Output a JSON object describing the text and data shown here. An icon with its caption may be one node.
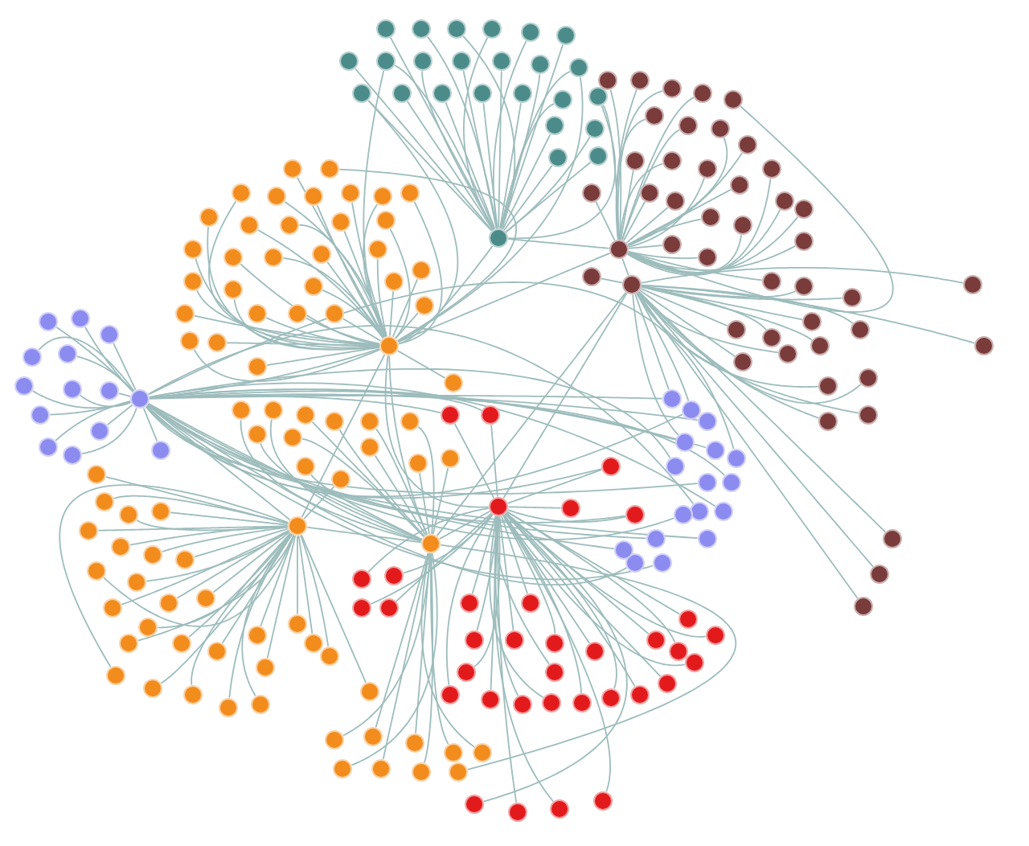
{
  "diagram": {
    "nodes": [
      {
        "text": [],
        "shape": "circle"
      },
      {
        "text": [],
        "shape": "circle"
      },
      {
        "text": [],
        "shape": "circle"
      },
      {
        "text": [],
        "shape": "circle"
      },
      {
        "text": [],
        "shape": "circle"
      },
      {
        "text": [],
        "shape": "circle"
      },
      {
        "text": [],
        "shape": "circle"
      },
      {
        "text": [],
        "shape": "circle"
      },
      {
        "text": [],
        "shape": "circle"
      },
      {
        "text": [],
        "shape": "circle"
      },
      {
        "text": [],
        "shape": "circle"
      },
      {
        "text": [],
        "shape": "circle"
      },
      {
        "text": [],
        "shape": "circle"
      },
      {
        "text": [],
        "shape": "circle"
      },
      {
        "text": [],
        "shape": "circle"
      },
      {
        "text": [],
        "shape": "circle"
      },
      {
        "text": [],
        "shape": "circle"
      },
      {
        "text": [],
        "shape": "circle"
      },
      {
        "text": [],
        "shape": "circle"
      },
      {
        "text": [],
        "shape": "circle"
      },
      {
        "text": [],
        "shape": "circle"
      },
      {
        "text": [],
        "shape": "circle"
      },
      {
        "text": [],
        "shape": "circle"
      },
      {
        "text": [],
        "shape": "circle"
      },
      {
        "text": [],
        "shape": "circle"
      },
      {
        "text": [],
        "shape": "circle"
      },
      {
        "text": [],
        "shape": "circle"
      },
      {
        "text": [],
        "shape": "circle"
      },
      {
        "text": [],
        "shape": "circle"
      },
      {
        "text": [],
        "shape": "circle"
      },
      {
        "text": [],
        "shape": "circle"
      },
      {
        "text": [],
        "shape": "circle"
      },
      {
        "text": [],
        "shape": "circle"
      },
      {
        "text": [],
        "shape": "circle"
      },
      {
        "text": [],
        "shape": "circle"
      },
      {
        "text": [],
        "shape": "circle"
      },
      {
        "text": [],
        "shape": "circle"
      },
      {
        "text": [],
        "shape": "circle"
      },
      {
        "text": [],
        "shape": "circle"
      },
      {
        "text": [],
        "shape": "circle"
      },
      {
        "text": [],
        "shape": "circle"
      },
      {
        "text": [],
        "shape": "circle"
      },
      {
        "text": [],
        "shape": "circle"
      },
      {
        "text": [],
        "shape": "circle"
      },
      {
        "text": [],
        "shape": "circle"
      },
      {
        "text": [],
        "shape": "circle"
      },
      {
        "text": [],
        "shape": "circle"
      },
      {
        "text": [],
        "shape": "circle"
      },
      {
        "text": [],
        "shape": "circle"
      },
      {
        "text": [],
        "shape": "circle"
      },
      {
        "text": [],
        "shape": "circle"
      },
      {
        "text": [],
        "shape": "circle"
      },
      {
        "text": [],
        "shape": "circle"
      },
      {
        "text": [],
        "shape": "circle"
      },
      {
        "text": [],
        "shape": "circle"
      },
      {
        "text": [],
        "shape": "circle"
      },
      {
        "text": [],
        "shape": "circle"
      },
      {
        "text": [],
        "shape": "circle"
      },
      {
        "text": [],
        "shape": "circle"
      },
      {
        "text": [],
        "shape": "circle"
      },
      {
        "text": [],
        "shape": "circle"
      },
      {
        "text": [],
        "shape": "circle"
      },
      {
        "text": [],
        "shape": "circle"
      },
      {
        "text": [],
        "shape": "circle"
      },
      {
        "text": [],
        "shape": "circle"
      },
      {
        "text": [],
        "shape": "circle"
      },
      {
        "text": [],
        "shape": "circle"
      },
      {
        "text": [],
        "shape": "circle"
      },
      {
        "text": [],
        "shape": "circle"
      },
      {
        "text": [],
        "shape": "circle"
      },
      {
        "text": [],
        "shape": "circle"
      },
      {
        "text": [],
        "shape": "circle"
      },
      {
        "text": [],
        "shape": "circle"
      },
      {
        "text": [],
        "shape": "circle"
      },
      {
        "text": [],
        "shape": "circle"
      },
      {
        "text": [],
        "shape": "circle"
      },
      {
        "text": [],
        "shape": "circle"
      },
      {
        "text": [],
        "shape": "circle"
      },
      {
        "text": [],
        "shape": "circle"
      },
      {
        "text": [],
        "shape": "circle"
      },
      {
        "text": [],
        "shape": "circle"
      },
      {
        "text": [],
        "shape": "circle"
      },
      {
        "text": [],
        "shape": "circle"
      },
      {
        "text": [],
        "shape": "circle"
      },
      {
        "text": [],
        "shape": "circle"
      },
      {
        "text": [],
        "shape": "circle"
      },
      {
        "text": [],
        "shape": "circle"
      },
      {
        "text": [],
        "shape": "circle"
      },
      {
        "text": [],
        "shape": "circle"
      },
      {
        "text": [],
        "shape": "circle"
      },
      {
        "text": [],
        "shape": "circle"
      },
      {
        "text": [],
        "shape": "circle"
      },
      {
        "text": [],
        "shape": "circle"
      },
      {
        "text": [],
        "shape": "circle"
      },
      {
        "text": [],
        "shape": "circle"
      },
      {
        "text": [],
        "shape": "circle"
      },
      {
        "text": [],
        "shape": "circle"
      },
      {
        "text": [],
        "shape": "circle"
      },
      {
        "text": [],
        "shape": "circle"
      },
      {
        "text": [],
        "shape": "circle"
      },
      {
        "text": [],
        "shape": "circle"
      },
      {
        "text": [],
        "shape": "circle"
      },
      {
        "text": [],
        "shape": "circle"
      },
      {
        "text": [],
        "shape": "circle"
      },
      {
        "text": [],
        "shape": "circle"
      },
      {
        "text": [],
        "shape": "circle"
      },
      {
        "text": [],
        "shape": "circle"
      },
      {
        "text": [],
        "shape": "circle"
      },
      {
        "text": [],
        "shape": "circle"
      },
      {
        "text": [],
        "shape": "circle"
      },
      {
        "text": [],
        "shape": "circle"
      },
      {
        "text": [],
        "shape": "circle"
      },
      {
        "text": [],
        "shape": "circle"
      },
      {
        "text": [],
        "shape": "circle"
      },
      {
        "text": [],
        "shape": "circle"
      },
      {
        "text": [],
        "shape": "circle"
      },
      {
        "text": [],
        "shape": "circle"
      },
      {
        "text": [],
        "shape": "circle"
      },
      {
        "text": [],
        "shape": "circle"
      },
      {
        "text": [],
        "shape": "circle"
      },
      {
        "text": [],
        "shape": "circle"
      },
      {
        "text": [],
        "shape": "circle"
      },
      {
        "text": [],
        "shape": "circle"
      },
      {
        "text": [],
        "shape": "circle"
      },
      {
        "text": [],
        "shape": "circle"
      },
      {
        "text": [],
        "shape": "circle"
      },
      {
        "text": [],
        "shape": "circle"
      },
      {
        "text": [],
        "shape": "circle"
      },
      {
        "text": [],
        "shape": "circle"
      },
      {
        "text": [],
        "shape": "circle"
      },
      {
        "text": [],
        "shape": "circle"
      },
      {
        "text": [],
        "shape": "circle"
      },
      {
        "text": [],
        "shape": "circle"
      },
      {
        "text": [],
        "shape": "circle"
      },
      {
        "text": [],
        "shape": "circle"
      },
      {
        "text": [],
        "shape": "circle"
      },
      {
        "text": [],
        "shape": "circle"
      },
      {
        "text": [],
        "shape": "circle"
      },
      {
        "text": [],
        "shape": "circle"
      },
      {
        "text": [],
        "shape": "circle"
      },
      {
        "text": [],
        "shape": "circle"
      },
      {
        "text": [],
        "shape": "circle"
      },
      {
        "text": [],
        "shape": "circle"
      },
      {
        "text": [],
        "shape": "circle"
      },
      {
        "text": [],
        "shape": "circle"
      },
      {
        "text": [],
        "shape": "circle"
      },
      {
        "text": [],
        "shape": "circle"
      },
      {
        "text": [],
        "shape": "circle"
      },
      {
        "text": [],
        "shape": "circle"
      },
      {
        "text": [],
        "shape": "circle"
      },
      {
        "text": [],
        "shape": "circle"
      },
      {
        "text": [],
        "shape": "circle"
      },
      {
        "text": [],
        "shape": "circle"
      },
      {
        "text": [],
        "shape": "circle"
      },
      {
        "text": [],
        "shape": "circle"
      },
      {
        "text": [],
        "shape": "circle"
      },
      {
        "text": [],
        "shape": "circle"
      },
      {
        "text": [],
        "shape": "circle"
      },
      {
        "text": [],
        "shape": "circle"
      },
      {
        "text": [],
        "shape": "circle"
      },
      {
        "text": [],
        "shape": "circle"
      },
      {
        "text": [],
        "shape": "circle"
      },
      {
        "text": [],
        "shape": "circle"
      },
      {
        "text": [],
        "shape": "circle"
      },
      {
        "text": [],
        "shape": "circle"
      },
      {
        "text": [],
        "shape": "circle"
      },
      {
        "text": [],
        "shape": "circle"
      },
      {
        "text": [],
        "shape": "circle"
      },
      {
        "text": [],
        "shape": "circle"
      },
      {
        "text": [],
        "shape": "circle"
      },
      {
        "text": [],
        "shape": "circle"
      },
      {
        "text": [],
        "shape": "circle"
      },
      {
        "text": [],
        "shape": "circle"
      },
      {
        "text": [],
        "shape": "circle"
      },
      {
        "text": [],
        "shape": "circle"
      },
      {
        "text": [],
        "shape": "circle"
      },
      {
        "text": [],
        "shape": "circle"
      },
      {
        "text": [],
        "shape": "circle"
      },
      {
        "text": [],
        "shape": "circle"
      },
      {
        "text": [],
        "shape": "circle"
      },
      {
        "text": [],
        "shape": "circle"
      },
      {
        "text": [],
        "shape": "circle"
      },
      {
        "text": [],
        "shape": "circle"
      },
      {
        "text": [],
        "shape": "circle"
      },
      {
        "text": [],
        "shape": "circle"
      },
      {
        "text": [],
        "shape": "circle"
      },
      {
        "text": [],
        "shape": "circle"
      },
      {
        "text": [],
        "shape": "circle"
      },
      {
        "text": [],
        "shape": "circle"
      },
      {
        "text": [],
        "shape": "circle"
      },
      {
        "text": [],
        "shape": "circle"
      },
      {
        "text": [],
        "shape": "circle"
      },
      {
        "text": [],
        "shape": "circle"
      },
      {
        "text": [],
        "shape": "circle"
      },
      {
        "text": [],
        "shape": "circle"
      },
      {
        "text": [],
        "shape": "circle"
      },
      {
        "text": [],
        "shape": "circle"
      },
      {
        "text": [],
        "shape": "circle"
      },
      {
        "text": [],
        "shape": "circle"
      },
      {
        "text": [],
        "shape": "circle"
      },
      {
        "text": [],
        "shape": "circle"
      },
      {
        "text": [],
        "shape": "circle"
      },
      {
        "text": [],
        "shape": "circle"
      },
      {
        "text": [],
        "shape": "circle"
      },
      {
        "text": [],
        "shape": "circle"
      },
      {
        "text": [],
        "shape": "circle"
      },
      {
        "text": [],
        "shape": "circle"
      },
      {
        "text": [],
        "shape": "circle"
      },
      {
        "text": [],
        "shape": "circle"
      },
      {
        "text": [],
        "shape": "circle"
      },
      {
        "text": [],
        "shape": "circle"
      },
      {
        "text": [],
        "shape": "circle"
      },
      {
        "text": [],
        "shape": "circle"
      },
      {
        "text": [],
        "shape": "circle"
      },
      {
        "text": [],
        "shape": "circle"
      },
      {
        "text": [],
        "shape": "circle"
      },
      {
        "text": [],
        "shape": "circle"
      },
      {
        "text": [],
        "shape": "circle"
      },
      {
        "text": [],
        "shape": "circle"
      },
      {
        "text": [],
        "shape": "circle"
      },
      {
        "text": [],
        "shape": "circle"
      },
      {
        "text": [],
        "shape": "circle"
      }
    ],
    "edges": [
      {
        "from": 0,
        "to": 1,
        "arrow": "none"
      },
      {
        "from": 0,
        "to": 2,
        "arrow": "none"
      },
      {
        "from": 0,
        "to": 3,
        "arrow": "none"
      },
      {
        "from": 0,
        "to": 4,
        "arrow": "none"
      },
      {
        "from": 0,
        "to": 5,
        "arrow": "none"
      },
      {
        "from": 0,
        "to": 6,
        "arrow": "none"
      },
      {
        "from": 0,
        "to": 7,
        "arrow": "none"
      },
      {
        "from": 0,
        "to": 8,
        "arrow": "none"
      },
      {
        "from": 0,
        "to": 9,
        "arrow": "none"
      },
      {
        "from": 0,
        "to": 10,
        "arrow": "none"
      },
      {
        "from": 0,
        "to": 11,
        "arrow": "none"
      },
      {
        "from": 0,
        "to": 12,
        "arrow": "none"
      },
      {
        "from": 0,
        "to": 13,
        "arrow": "none"
      },
      {
        "from": 0,
        "to": 14,
        "arrow": "none"
      },
      {
        "from": 0,
        "to": 15,
        "arrow": "none"
      },
      {
        "from": 0,
        "to": 16,
        "arrow": "none"
      },
      {
        "from": 0,
        "to": 17,
        "arrow": "none"
      },
      {
        "from": 0,
        "to": 18,
        "arrow": "none"
      },
      {
        "from": 0,
        "to": 19,
        "arrow": "none"
      },
      {
        "from": 0,
        "to": 20,
        "arrow": "none"
      },
      {
        "from": 0,
        "to": 21,
        "arrow": "none"
      },
      {
        "from": 0,
        "to": 22,
        "arrow": "none"
      },
      {
        "from": 0,
        "to": 23,
        "arrow": "none"
      },
      {
        "from": 0,
        "to": 24,
        "arrow": "none"
      },
      {
        "from": 25,
        "to": 27,
        "arrow": "none"
      },
      {
        "from": 25,
        "to": 28,
        "arrow": "none"
      },
      {
        "from": 25,
        "to": 29,
        "arrow": "none"
      },
      {
        "from": 25,
        "to": 30,
        "arrow": "none"
      },
      {
        "from": 25,
        "to": 31,
        "arrow": "none"
      },
      {
        "from": 25,
        "to": 32,
        "arrow": "none"
      },
      {
        "from": 25,
        "to": 33,
        "arrow": "none"
      },
      {
        "from": 25,
        "to": 34,
        "arrow": "none"
      },
      {
        "from": 25,
        "to": 35,
        "arrow": "none"
      },
      {
        "from": 25,
        "to": 36,
        "arrow": "none"
      },
      {
        "from": 25,
        "to": 37,
        "arrow": "none"
      },
      {
        "from": 25,
        "to": 38,
        "arrow": "none"
      },
      {
        "from": 25,
        "to": 39,
        "arrow": "none"
      },
      {
        "from": 25,
        "to": 40,
        "arrow": "none"
      },
      {
        "from": 25,
        "to": 41,
        "arrow": "none"
      },
      {
        "from": 25,
        "to": 42,
        "arrow": "none"
      },
      {
        "from": 25,
        "to": 43,
        "arrow": "none"
      },
      {
        "from": 25,
        "to": 44,
        "arrow": "none"
      },
      {
        "from": 25,
        "to": 45,
        "arrow": "none"
      },
      {
        "from": 25,
        "to": 46,
        "arrow": "none"
      },
      {
        "from": 25,
        "to": 47,
        "arrow": "none"
      },
      {
        "from": 25,
        "to": 48,
        "arrow": "none"
      },
      {
        "from": 25,
        "to": 49,
        "arrow": "none"
      },
      {
        "from": 25,
        "to": 50,
        "arrow": "none"
      },
      {
        "from": 25,
        "to": 51,
        "arrow": "none"
      },
      {
        "from": 26,
        "to": 52,
        "arrow": "none"
      },
      {
        "from": 26,
        "to": 53,
        "arrow": "none"
      },
      {
        "from": 26,
        "to": 54,
        "arrow": "none"
      },
      {
        "from": 26,
        "to": 55,
        "arrow": "none"
      },
      {
        "from": 26,
        "to": 56,
        "arrow": "none"
      },
      {
        "from": 26,
        "to": 57,
        "arrow": "none"
      },
      {
        "from": 26,
        "to": 58,
        "arrow": "none"
      },
      {
        "from": 26,
        "to": 59,
        "arrow": "none"
      },
      {
        "from": 26,
        "to": 60,
        "arrow": "none"
      },
      {
        "from": 26,
        "to": 61,
        "arrow": "none"
      },
      {
        "from": 26,
        "to": 62,
        "arrow": "none"
      },
      {
        "from": 26,
        "to": 63,
        "arrow": "none"
      },
      {
        "from": 26,
        "to": 64,
        "arrow": "none"
      },
      {
        "from": 26,
        "to": 65,
        "arrow": "none"
      },
      {
        "from": 26,
        "to": 66,
        "arrow": "none"
      },
      {
        "from": 26,
        "to": 67,
        "arrow": "none"
      },
      {
        "from": 26,
        "to": 68,
        "arrow": "none"
      },
      {
        "from": 26,
        "to": 69,
        "arrow": "none"
      },
      {
        "from": 26,
        "to": 70,
        "arrow": "none"
      },
      {
        "from": 71,
        "to": 72,
        "arrow": "none"
      },
      {
        "from": 71,
        "to": 73,
        "arrow": "none"
      },
      {
        "from": 71,
        "to": 74,
        "arrow": "none"
      },
      {
        "from": 71,
        "to": 75,
        "arrow": "none"
      },
      {
        "from": 71,
        "to": 76,
        "arrow": "none"
      },
      {
        "from": 71,
        "to": 77,
        "arrow": "none"
      },
      {
        "from": 71,
        "to": 78,
        "arrow": "none"
      },
      {
        "from": 71,
        "to": 79,
        "arrow": "none"
      },
      {
        "from": 71,
        "to": 80,
        "arrow": "none"
      },
      {
        "from": 71,
        "to": 81,
        "arrow": "none"
      },
      {
        "from": 71,
        "to": 82,
        "arrow": "none"
      },
      {
        "from": 71,
        "to": 83,
        "arrow": "none"
      },
      {
        "from": 71,
        "to": 84,
        "arrow": "none"
      },
      {
        "from": 71,
        "to": 85,
        "arrow": "none"
      },
      {
        "from": 71,
        "to": 86,
        "arrow": "none"
      },
      {
        "from": 71,
        "to": 87,
        "arrow": "none"
      },
      {
        "from": 71,
        "to": 88,
        "arrow": "none"
      },
      {
        "from": 71,
        "to": 89,
        "arrow": "none"
      },
      {
        "from": 71,
        "to": 90,
        "arrow": "none"
      },
      {
        "from": 71,
        "to": 91,
        "arrow": "none"
      },
      {
        "from": 71,
        "to": 92,
        "arrow": "none"
      },
      {
        "from": 71,
        "to": 93,
        "arrow": "none"
      },
      {
        "from": 71,
        "to": 94,
        "arrow": "none"
      },
      {
        "from": 71,
        "to": 95,
        "arrow": "none"
      },
      {
        "from": 71,
        "to": 96,
        "arrow": "none"
      },
      {
        "from": 71,
        "to": 97,
        "arrow": "none"
      },
      {
        "from": 71,
        "to": 98,
        "arrow": "none"
      },
      {
        "from": 71,
        "to": 99,
        "arrow": "none"
      },
      {
        "from": 71,
        "to": 100,
        "arrow": "none"
      },
      {
        "from": 71,
        "to": 101,
        "arrow": "none"
      },
      {
        "from": 71,
        "to": 102,
        "arrow": "none"
      },
      {
        "from": 71,
        "to": 103,
        "arrow": "none"
      },
      {
        "from": 104,
        "to": 105,
        "arrow": "none"
      },
      {
        "from": 104,
        "to": 106,
        "arrow": "none"
      },
      {
        "from": 104,
        "to": 107,
        "arrow": "none"
      },
      {
        "from": 104,
        "to": 108,
        "arrow": "none"
      },
      {
        "from": 104,
        "to": 109,
        "arrow": "none"
      },
      {
        "from": 104,
        "to": 110,
        "arrow": "none"
      },
      {
        "from": 104,
        "to": 111,
        "arrow": "none"
      },
      {
        "from": 104,
        "to": 112,
        "arrow": "none"
      },
      {
        "from": 104,
        "to": 113,
        "arrow": "none"
      },
      {
        "from": 104,
        "to": 114,
        "arrow": "none"
      },
      {
        "from": 104,
        "to": 115,
        "arrow": "none"
      },
      {
        "from": 104,
        "to": 116,
        "arrow": "none"
      },
      {
        "from": 104,
        "to": 117,
        "arrow": "none"
      },
      {
        "from": 118,
        "to": 119,
        "arrow": "none"
      },
      {
        "from": 118,
        "to": 120,
        "arrow": "none"
      },
      {
        "from": 118,
        "to": 121,
        "arrow": "none"
      },
      {
        "from": 118,
        "to": 122,
        "arrow": "none"
      },
      {
        "from": 118,
        "to": 123,
        "arrow": "none"
      },
      {
        "from": 118,
        "to": 124,
        "arrow": "none"
      },
      {
        "from": 118,
        "to": 125,
        "arrow": "none"
      },
      {
        "from": 118,
        "to": 126,
        "arrow": "none"
      },
      {
        "from": 118,
        "to": 127,
        "arrow": "none"
      },
      {
        "from": 118,
        "to": 128,
        "arrow": "none"
      },
      {
        "from": 118,
        "to": 129,
        "arrow": "none"
      },
      {
        "from": 118,
        "to": 130,
        "arrow": "none"
      },
      {
        "from": 118,
        "to": 131,
        "arrow": "none"
      },
      {
        "from": 118,
        "to": 132,
        "arrow": "none"
      },
      {
        "from": 118,
        "to": 133,
        "arrow": "none"
      },
      {
        "from": 118,
        "to": 134,
        "arrow": "none"
      },
      {
        "from": 118,
        "to": 135,
        "arrow": "none"
      },
      {
        "from": 118,
        "to": 136,
        "arrow": "none"
      },
      {
        "from": 118,
        "to": 137,
        "arrow": "none"
      },
      {
        "from": 118,
        "to": 138,
        "arrow": "none"
      },
      {
        "from": 118,
        "to": 139,
        "arrow": "none"
      },
      {
        "from": 140,
        "to": 141,
        "arrow": "none"
      },
      {
        "from": 140,
        "to": 142,
        "arrow": "none"
      },
      {
        "from": 140,
        "to": 143,
        "arrow": "none"
      },
      {
        "from": 140,
        "to": 144,
        "arrow": "none"
      },
      {
        "from": 140,
        "to": 145,
        "arrow": "none"
      },
      {
        "from": 140,
        "to": 146,
        "arrow": "none"
      },
      {
        "from": 140,
        "to": 147,
        "arrow": "none"
      },
      {
        "from": 140,
        "to": 148,
        "arrow": "none"
      },
      {
        "from": 140,
        "to": 149,
        "arrow": "none"
      },
      {
        "from": 140,
        "to": 150,
        "arrow": "none"
      },
      {
        "from": 140,
        "to": 151,
        "arrow": "none"
      },
      {
        "from": 140,
        "to": 152,
        "arrow": "none"
      },
      {
        "from": 140,
        "to": 153,
        "arrow": "none"
      },
      {
        "from": 140,
        "to": 154,
        "arrow": "none"
      },
      {
        "from": 140,
        "to": 155,
        "arrow": "none"
      },
      {
        "from": 140,
        "to": 156,
        "arrow": "none"
      },
      {
        "from": 140,
        "to": 157,
        "arrow": "none"
      },
      {
        "from": 140,
        "to": 158,
        "arrow": "none"
      },
      {
        "from": 140,
        "to": 159,
        "arrow": "none"
      },
      {
        "from": 140,
        "to": 160,
        "arrow": "none"
      },
      {
        "from": 140,
        "to": 161,
        "arrow": "none"
      },
      {
        "from": 140,
        "to": 162,
        "arrow": "none"
      },
      {
        "from": 140,
        "to": 163,
        "arrow": "none"
      },
      {
        "from": 140,
        "to": 164,
        "arrow": "none"
      },
      {
        "from": 140,
        "to": 165,
        "arrow": "none"
      },
      {
        "from": 140,
        "to": 166,
        "arrow": "none"
      },
      {
        "from": 140,
        "to": 167,
        "arrow": "none"
      },
      {
        "from": 140,
        "to": 168,
        "arrow": "none"
      },
      {
        "from": 140,
        "to": 169,
        "arrow": "none"
      },
      {
        "from": 170,
        "to": 171,
        "arrow": "none"
      },
      {
        "from": 170,
        "to": 172,
        "arrow": "none"
      },
      {
        "from": 170,
        "to": 173,
        "arrow": "none"
      },
      {
        "from": 170,
        "to": 174,
        "arrow": "none"
      },
      {
        "from": 170,
        "to": 175,
        "arrow": "none"
      },
      {
        "from": 170,
        "to": 176,
        "arrow": "none"
      },
      {
        "from": 170,
        "to": 177,
        "arrow": "none"
      },
      {
        "from": 170,
        "to": 178,
        "arrow": "none"
      },
      {
        "from": 170,
        "to": 179,
        "arrow": "none"
      },
      {
        "from": 170,
        "to": 180,
        "arrow": "none"
      },
      {
        "from": 170,
        "to": 181,
        "arrow": "none"
      },
      {
        "from": 170,
        "to": 182,
        "arrow": "none"
      },
      {
        "from": 170,
        "to": 183,
        "arrow": "none"
      },
      {
        "from": 170,
        "to": 184,
        "arrow": "none"
      },
      {
        "from": 170,
        "to": 185,
        "arrow": "none"
      },
      {
        "from": 170,
        "to": 186,
        "arrow": "none"
      },
      {
        "from": 170,
        "to": 187,
        "arrow": "none"
      },
      {
        "from": 170,
        "to": 188,
        "arrow": "none"
      },
      {
        "from": 170,
        "to": 189,
        "arrow": "none"
      },
      {
        "from": 170,
        "to": 190,
        "arrow": "none"
      },
      {
        "from": 170,
        "to": 191,
        "arrow": "none"
      },
      {
        "from": 170,
        "to": 192,
        "arrow": "none"
      },
      {
        "from": 170,
        "to": 193,
        "arrow": "none"
      },
      {
        "from": 170,
        "to": 194,
        "arrow": "none"
      },
      {
        "from": 170,
        "to": 195,
        "arrow": "none"
      },
      {
        "from": 170,
        "to": 196,
        "arrow": "none"
      },
      {
        "from": 170,
        "to": 197,
        "arrow": "none"
      },
      {
        "from": 170,
        "to": 198,
        "arrow": "none"
      },
      {
        "from": 170,
        "to": 199,
        "arrow": "none"
      },
      {
        "from": 170,
        "to": 200,
        "arrow": "none"
      },
      {
        "from": 170,
        "to": 201,
        "arrow": "none"
      },
      {
        "from": 170,
        "to": 202,
        "arrow": "none"
      },
      {
        "from": 170,
        "to": 203,
        "arrow": "none"
      },
      {
        "from": 170,
        "to": 204,
        "arrow": "none"
      },
      {
        "from": 104,
        "to": 205,
        "arrow": "none"
      },
      {
        "from": 104,
        "to": 206,
        "arrow": "none"
      },
      {
        "from": 104,
        "to": 207,
        "arrow": "none"
      },
      {
        "from": 104,
        "to": 208,
        "arrow": "none"
      },
      {
        "from": 104,
        "to": 209,
        "arrow": "none"
      },
      {
        "from": 104,
        "to": 210,
        "arrow": "none"
      },
      {
        "from": 104,
        "to": 211,
        "arrow": "none"
      },
      {
        "from": 104,
        "to": 212,
        "arrow": "none"
      },
      {
        "from": 104,
        "to": 213,
        "arrow": "none"
      },
      {
        "from": 104,
        "to": 214,
        "arrow": "none"
      },
      {
        "from": 104,
        "to": 215,
        "arrow": "none"
      },
      {
        "from": 104,
        "to": 216,
        "arrow": "none"
      },
      {
        "from": 104,
        "to": 217,
        "arrow": "none"
      },
      {
        "from": 104,
        "to": 218,
        "arrow": "none"
      },
      {
        "from": 104,
        "to": 219,
        "arrow": "none"
      },
      {
        "from": 104,
        "to": 220,
        "arrow": "none"
      },
      {
        "from": 104,
        "to": 221,
        "arrow": "none"
      },
      {
        "from": 0,
        "to": 25,
        "arrow": "none"
      },
      {
        "from": 0,
        "to": 71,
        "arrow": "none"
      },
      {
        "from": 25,
        "to": 26,
        "arrow": "none"
      },
      {
        "from": 25,
        "to": 71,
        "arrow": "none"
      },
      {
        "from": 71,
        "to": 104,
        "arrow": "none"
      },
      {
        "from": 71,
        "to": 118,
        "arrow": "none"
      },
      {
        "from": 71,
        "to": 140,
        "arrow": "none"
      },
      {
        "from": 104,
        "to": 140,
        "arrow": "none"
      },
      {
        "from": 104,
        "to": 118,
        "arrow": "none"
      },
      {
        "from": 118,
        "to": 140,
        "arrow": "none"
      },
      {
        "from": 118,
        "to": 170,
        "arrow": "none"
      },
      {
        "from": 26,
        "to": 170,
        "arrow": "none"
      },
      {
        "from": 26,
        "to": 118,
        "arrow": "none"
      },
      {
        "from": 71,
        "to": 170,
        "arrow": "none"
      },
      {
        "from": 26,
        "to": 205,
        "arrow": "none"
      },
      {
        "from": 26,
        "to": 206,
        "arrow": "none"
      },
      {
        "from": 26,
        "to": 208,
        "arrow": "none"
      },
      {
        "from": 71,
        "to": 13,
        "arrow": "none"
      },
      {
        "from": 71,
        "to": 14,
        "arrow": "none"
      },
      {
        "from": 71,
        "to": 8,
        "arrow": "none"
      },
      {
        "from": 25,
        "to": 20,
        "arrow": "none"
      },
      {
        "from": 104,
        "to": 173,
        "arrow": "none"
      },
      {
        "from": 104,
        "to": 174,
        "arrow": "none"
      },
      {
        "from": 104,
        "to": 171,
        "arrow": "none"
      },
      {
        "from": 104,
        "to": 172,
        "arrow": "none"
      }
    ]
  }
}
